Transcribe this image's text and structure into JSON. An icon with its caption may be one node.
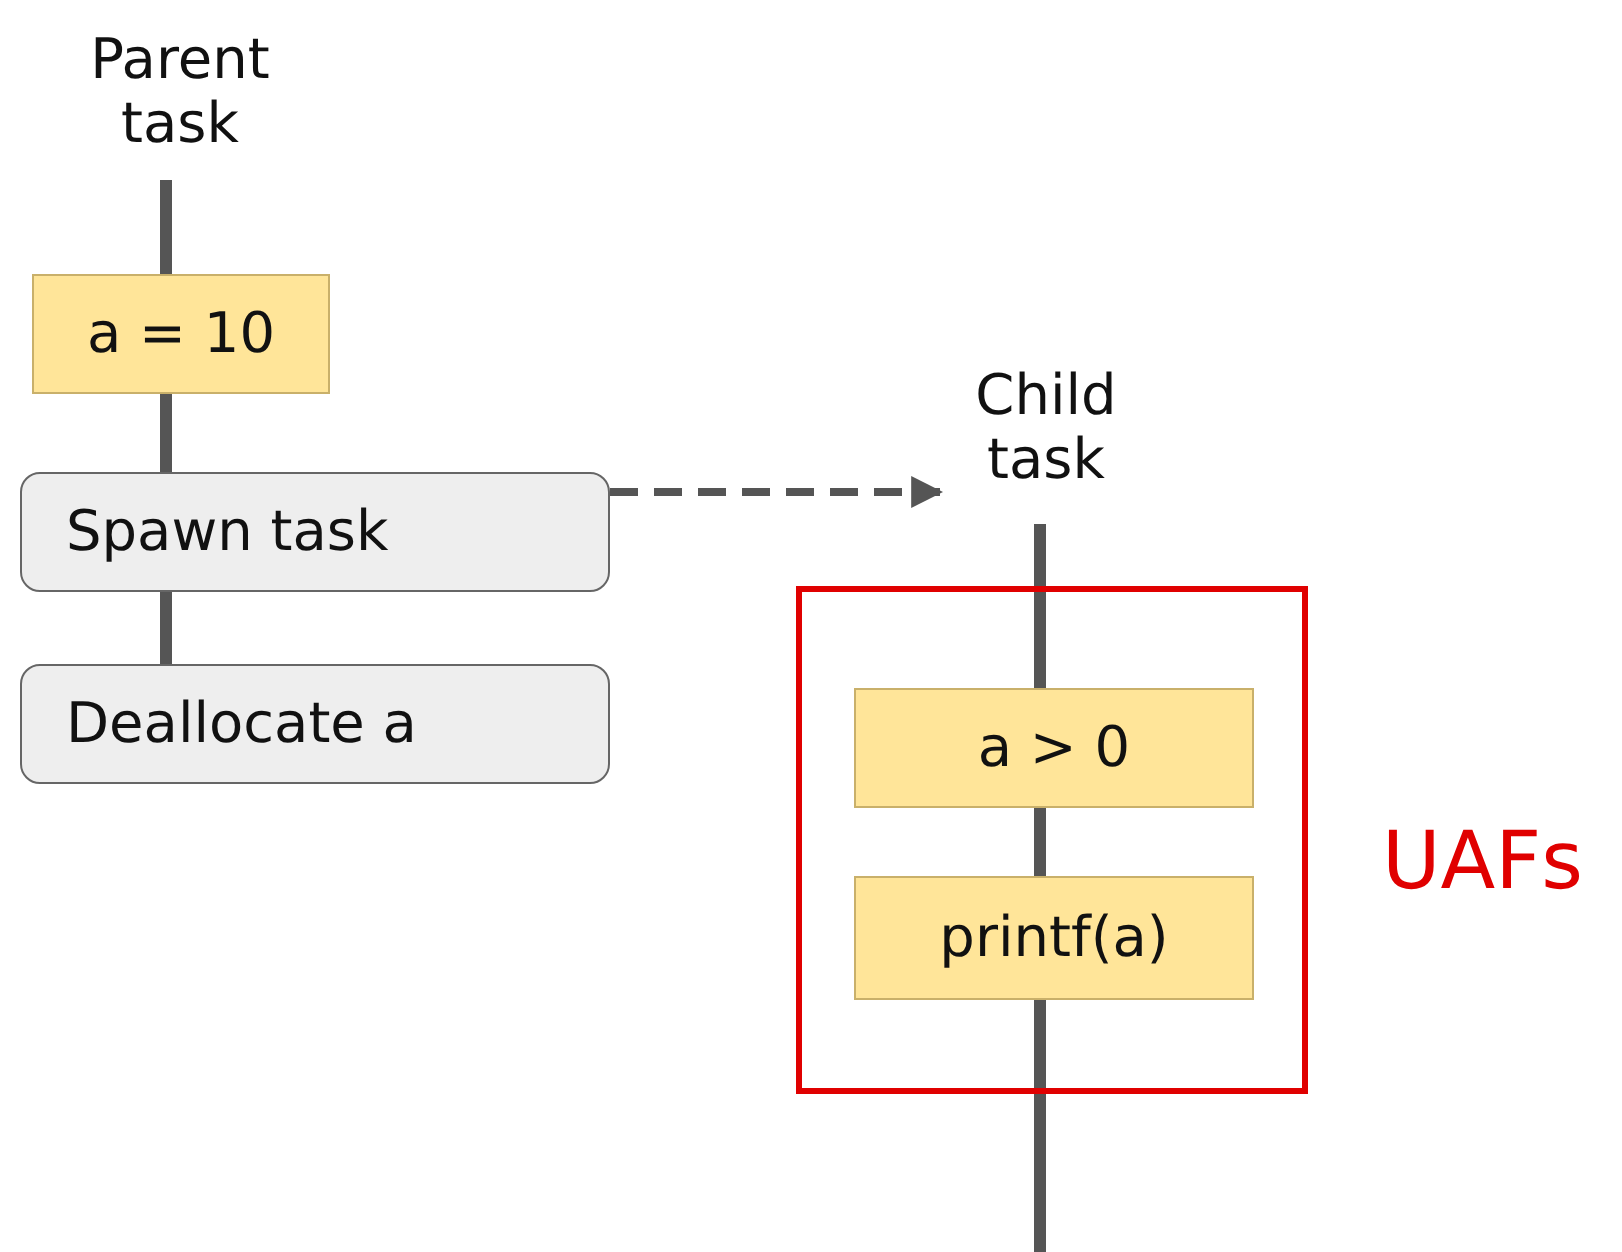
{
  "diagram": {
    "nodes": [
      {
        "text": [
          "Parent task"
        ]
      },
      {
        "text": [
          "a = 10"
        ]
      },
      {
        "text": [
          "Spawn task"
        ]
      },
      {
        "text": [
          "Deallocate a"
        ]
      },
      {
        "text": [
          "Child task"
        ]
      },
      {
        "text": [],
        "shape": "box",
        "beside": [
          "UAFs"
        ]
      },
      {
        "text": [
          "a > 0"
        ],
        "in": 5
      },
      {
        "text": [
          "printf(a)"
        ],
        "in": 5
      }
    ],
    "edges": [
      {
        "from": 0,
        "to": 1,
        "arrow": "none"
      },
      {
        "from": 1,
        "to": 2,
        "arrow": "none"
      },
      {
        "from": 2,
        "to": 3,
        "arrow": "none"
      },
      {
        "from": 2,
        "to": 4,
        "arrow": "to",
        "style": "dashed"
      },
      {
        "from": 4,
        "to": 6,
        "arrow": "none"
      },
      {
        "from": 6,
        "to": 7,
        "arrow": "none"
      },
      {
        "from": 7,
        "to": null,
        "arrow": "none"
      }
    ]
  }
}
